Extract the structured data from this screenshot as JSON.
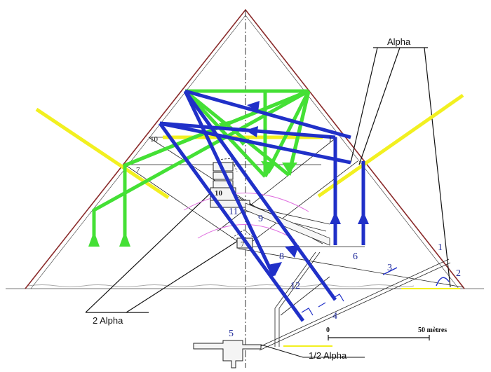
{
  "diagram": {
    "labels": {
      "alpha_top": "Alpha",
      "two_alpha": "2 Alpha",
      "half_alpha": "1/2 Alpha",
      "scale_zero": "0",
      "scale_fifty": "50 mètres"
    },
    "numbers": {
      "n1": "1",
      "n2": "2",
      "n3": "3",
      "n4": "4",
      "n5": "5",
      "n6": "6",
      "n7_left": "7",
      "n7_chamber": "7",
      "n8": "8",
      "n9": "9",
      "n10_left": "10",
      "n10_chamber": "10",
      "n11": "11",
      "n12": "12",
      "n1_right_chamber": "1"
    },
    "colors": {
      "green_rays": "#44e035",
      "blue_rays": "#2030c8",
      "yellow_lines": "#f2f020",
      "pyramid_outline": "#8a2a2a",
      "construction_lines": "#111111",
      "arc": "#e070e0"
    }
  }
}
